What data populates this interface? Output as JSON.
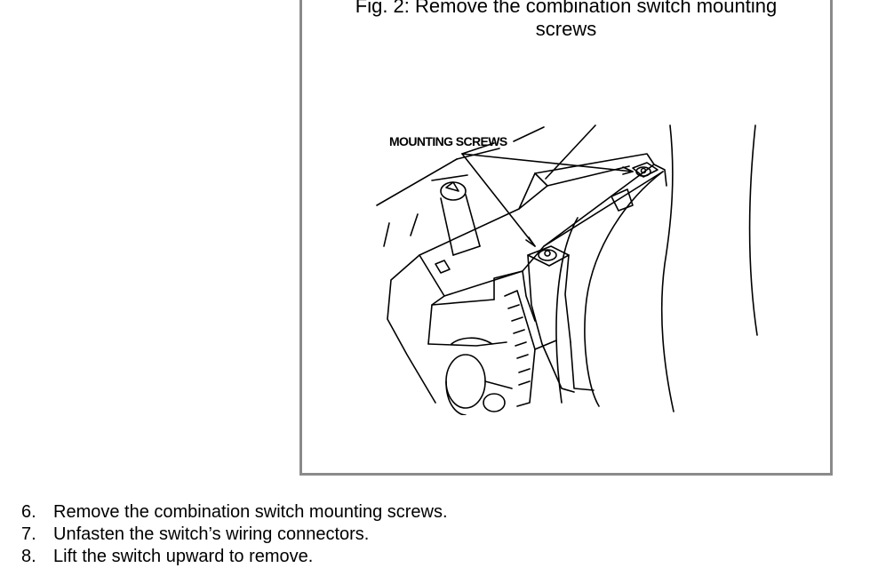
{
  "figure": {
    "caption_line1": "Fig. 2: Remove the combination switch mounting",
    "caption_line2": "screws",
    "callout_label": "MOUNTING SCREWS"
  },
  "steps": [
    {
      "number": "6.",
      "text": "Remove the combination switch mounting screws."
    },
    {
      "number": "7.",
      "text": "Unfasten the switch’s wiring connectors."
    },
    {
      "number": "8.",
      "text": "Lift the switch upward to remove."
    }
  ]
}
